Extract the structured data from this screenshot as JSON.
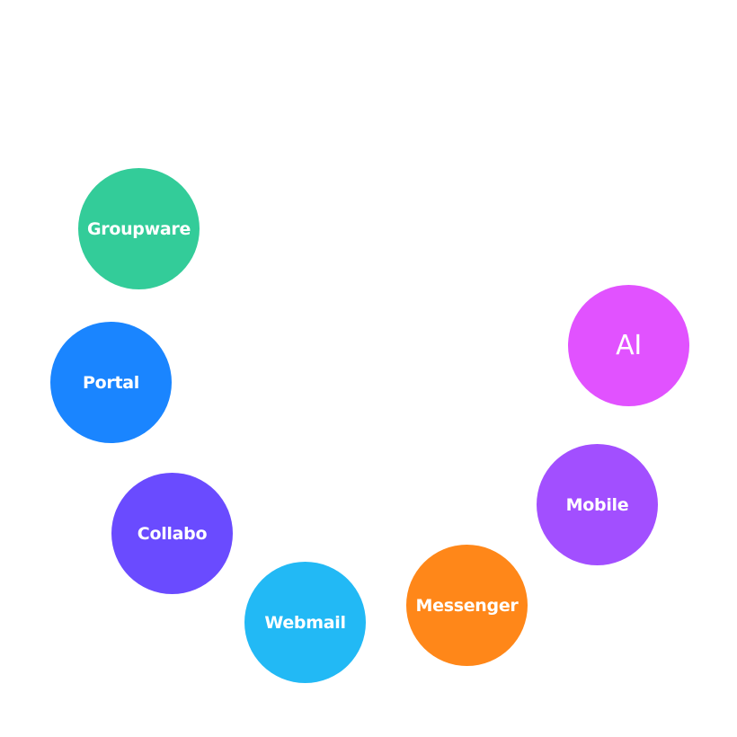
{
  "diagram": {
    "type": "bubble-arc",
    "nodes": [
      {
        "id": "groupware",
        "label": "Groupware",
        "color": "#33CC99"
      },
      {
        "id": "portal",
        "label": "Portal",
        "color": "#1A85FF"
      },
      {
        "id": "collabo",
        "label": "Collabo",
        "color": "#6A4BFF"
      },
      {
        "id": "webmail",
        "label": "Webmail",
        "color": "#22B9F5"
      },
      {
        "id": "messenger",
        "label": "Messenger",
        "color": "#FF8719"
      },
      {
        "id": "mobile",
        "label": "Mobile",
        "color": "#A24FFF"
      },
      {
        "id": "ai",
        "label": "AI",
        "color": "#E152FF"
      }
    ],
    "label_color": "#FFFFFF",
    "background": "#FFFFFF"
  }
}
